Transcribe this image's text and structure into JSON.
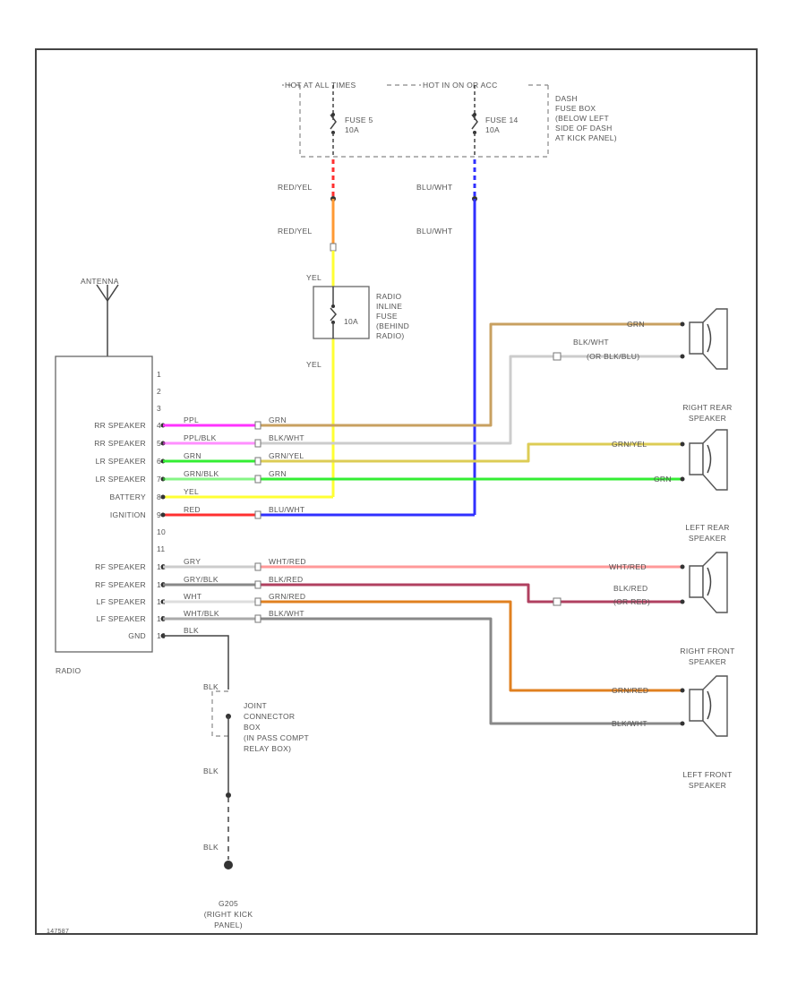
{
  "labels": {
    "hot_at_all_times": "HOT AT ALL TIMES",
    "hot_in_on_or_acc": "HOT IN ON OR ACC",
    "fuse_box": [
      "DASH",
      "FUSE BOX",
      "(BELOW LEFT",
      "SIDE OF DASH",
      "AT KICK PANEL)"
    ],
    "fuse_a": [
      "FUSE 5",
      "10A"
    ],
    "fuse_b": [
      "FUSE 14",
      "10A"
    ],
    "red_yel_1": "RED/YEL",
    "red_yel_2": "RED/YEL",
    "blu_wht_1": "BLU/WHT",
    "blu_wht_2": "BLU/WHT",
    "yel_top": "YEL",
    "yel_bottom": "YEL",
    "radio_fuse": [
      "RADIO",
      "INLINE",
      "FUSE",
      "(BEHIND",
      "RADIO)"
    ],
    "radio_fuse_rating": "10A",
    "antenna": "ANTENNA",
    "radio": "RADIO",
    "joint_connector": [
      "JOINT",
      "CONNECTOR",
      "BOX",
      "(IN PASS COMPT",
      "RELAY BOX)"
    ],
    "blk_1": "BLK",
    "blk_2": "BLK",
    "blk_3": "BLK",
    "ground": [
      "G205",
      "(RIGHT KICK",
      "PANEL)"
    ],
    "figure_id": "147587"
  },
  "radio_terminals": [
    {
      "pin": "1",
      "name": ""
    },
    {
      "pin": "2",
      "name": ""
    },
    {
      "pin": "3",
      "name": ""
    },
    {
      "pin": "4",
      "name": "RR SPEAKER",
      "wire": "PPL",
      "harness": "GRN"
    },
    {
      "pin": "5",
      "name": "RR SPEAKER",
      "wire": "PPL/BLK",
      "harness": "BLK/WHT"
    },
    {
      "pin": "6",
      "name": "LR SPEAKER",
      "wire": "GRN",
      "harness": "GRN/YEL"
    },
    {
      "pin": "7",
      "name": "LR SPEAKER",
      "wire": "GRN/BLK",
      "harness": "GRN"
    },
    {
      "pin": "8",
      "name": "BATTERY",
      "wire": "YEL",
      "harness": ""
    },
    {
      "pin": "9",
      "name": "IGNITION",
      "wire": "RED",
      "harness": "BLU/WHT"
    },
    {
      "pin": "10",
      "name": ""
    },
    {
      "pin": "11",
      "name": ""
    },
    {
      "pin": "12",
      "name": "RF SPEAKER",
      "wire": "GRY",
      "harness": "WHT/RED"
    },
    {
      "pin": "13",
      "name": "RF SPEAKER",
      "wire": "GRY/BLK",
      "harness": "BLK/RED"
    },
    {
      "pin": "14",
      "name": "LF SPEAKER",
      "wire": "WHT",
      "harness": "GRN/RED"
    },
    {
      "pin": "15",
      "name": "LF SPEAKER",
      "wire": "WHT/BLK",
      "harness": "BLK/WHT"
    },
    {
      "pin": "16",
      "name": "GND",
      "wire": "BLK",
      "harness": ""
    }
  ],
  "speakers": [
    {
      "name": [
        "RIGHT REAR",
        "SPEAKER"
      ],
      "wires": [
        "GRN",
        "BLK/WHT",
        "(OR BLK/BLU)"
      ]
    },
    {
      "name": [
        "LEFT REAR",
        "SPEAKER"
      ],
      "wires": [
        "GRN/YEL",
        "GRN"
      ]
    },
    {
      "name": [
        "RIGHT FRONT",
        "SPEAKER"
      ],
      "wires": [
        "WHT/RED",
        "BLK/RED",
        "(OR RED)"
      ]
    },
    {
      "name": [
        "LEFT FRONT",
        "SPEAKER"
      ],
      "wires": [
        "GRN/RED",
        "BLK/WHT"
      ]
    }
  ],
  "colors": {
    "red": "#ff3030",
    "orange": "#ff9933",
    "yellow": "#ffff33",
    "blue": "#3030ff",
    "magenta": "#ff33ff",
    "tan": "#c8a060",
    "green": "#33ee33",
    "gray": "#cccccc",
    "pink": "#ff9999",
    "maroon": "#b04060",
    "dkorange": "#e08020",
    "grayblack": "#888888",
    "black": "#333333",
    "olive": "#ddcc55"
  }
}
